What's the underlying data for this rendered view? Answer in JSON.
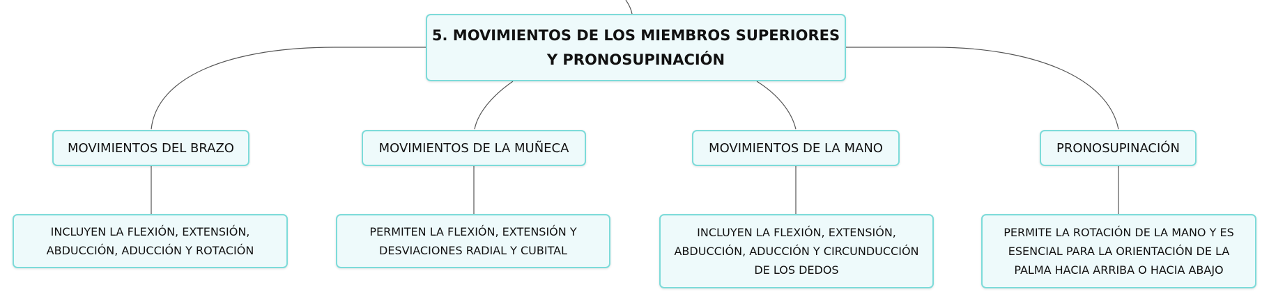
{
  "diagram": {
    "root": {
      "label": "5. MOVIMIENTOS DE LOS MIEMBROS SUPERIORES Y PRONOSUPINACIÓN"
    },
    "branches": [
      {
        "label": "MOVIMIENTOS DEL BRAZO",
        "detail": "INCLUYEN LA FLEXIÓN, EXTENSIÓN, ABDUCCIÓN, ADUCCIÓN Y ROTACIÓN"
      },
      {
        "label": "MOVIMIENTOS DE LA MUÑECA",
        "detail": "PERMITEN LA FLEXIÓN, EXTENSIÓN Y DESVIACIONES RADIAL Y CUBITAL"
      },
      {
        "label": "MOVIMIENTOS DE LA MANO",
        "detail": "INCLUYEN LA FLEXIÓN, EXTENSIÓN, ABDUCCIÓN, ADUCCIÓN Y CIRCUNDUCCIÓN DE LOS DEDOS"
      },
      {
        "label": "PRONOSUPINACIÓN",
        "detail": "PERMITE LA ROTACIÓN DE LA MANO Y ES ESENCIAL PARA LA ORIENTACIÓN DE LA PALMA HACIA ARRIBA O HACIA ABAJO"
      }
    ],
    "colors": {
      "node_fill": "#eefafb",
      "node_border": "#7ddbd9",
      "connector": "#555555",
      "text": "#111111"
    }
  }
}
